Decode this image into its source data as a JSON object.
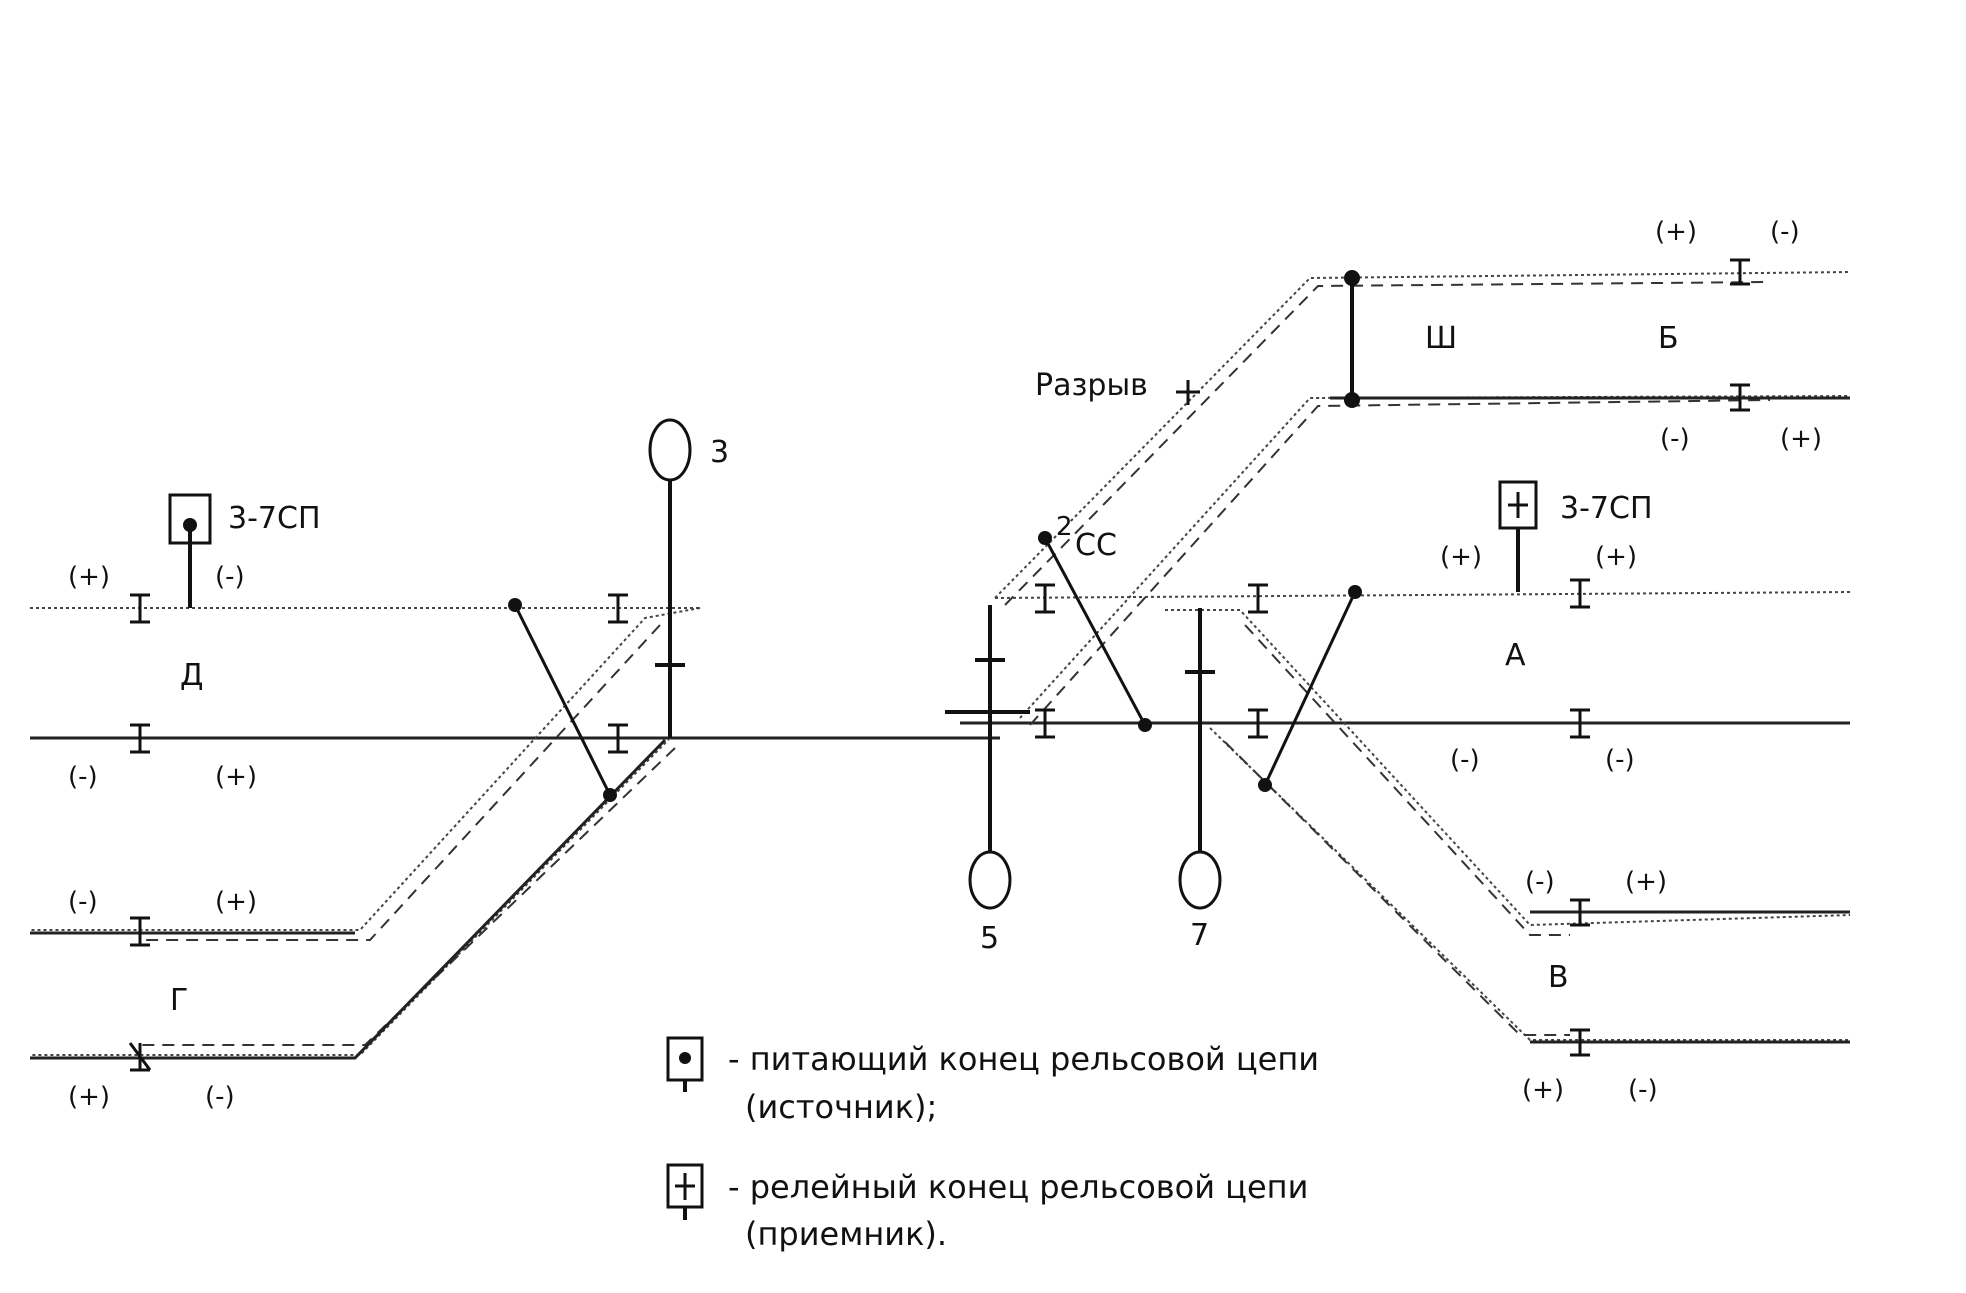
{
  "diagram": {
    "sections": {
      "d": "Д",
      "g": "Г",
      "a": "А",
      "b": "Б",
      "v": "В",
      "sh": "Ш"
    },
    "signals": {
      "s3": "3",
      "s5": "5",
      "s7": "7"
    },
    "circuit_labels": {
      "left": "3-7СП",
      "right": "3-7СП",
      "cc": "СС",
      "cc_mark": "2",
      "break": "Разрыв"
    },
    "polarity": {
      "plus": "(+)",
      "minus": "(-)"
    },
    "legend": {
      "feed_line1": "- питающий конец рельсовой цепи",
      "feed_line2": "(источник);",
      "relay_line1": "- релейный конец рельсовой цепи",
      "relay_line2": "(приемник)."
    }
  }
}
